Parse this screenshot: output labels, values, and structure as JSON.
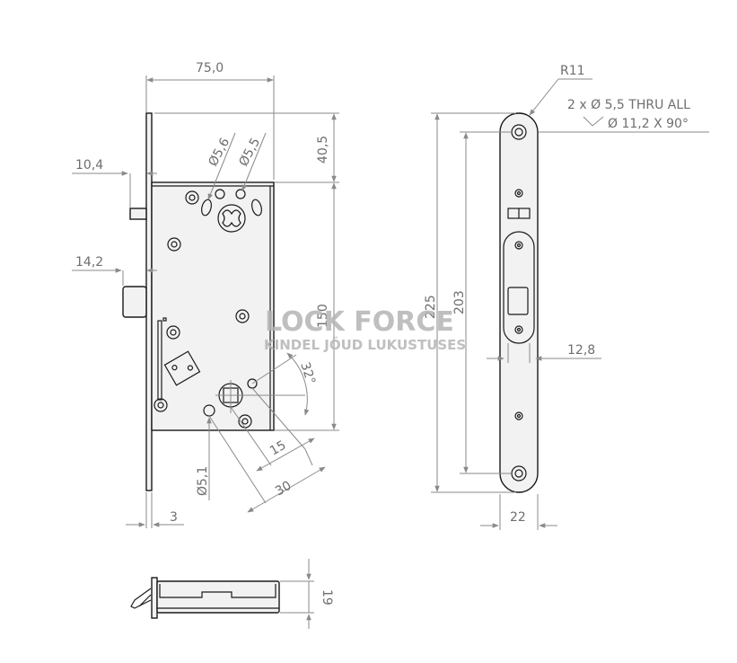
{
  "drawing": {
    "front_view": {
      "width_label": "75,0",
      "backset_top_label": "40,5",
      "body_height_label": "150",
      "latch_projection_label": "10,4",
      "bolt_projection_label": "14,2",
      "hole_a_label": "Ø5,6",
      "hole_b_label": "Ø5,5",
      "hole_c_label": "Ø5,1",
      "angle_label": "32°",
      "dist_15_label": "15",
      "dist_30_label": "30",
      "faceplate_thickness_label": "3"
    },
    "side_view": {
      "radius_label": "R11",
      "hole_note_line1": "2 x Ø 5,5 THRU ALL",
      "hole_note_line2": "Ø 11,2 X 90°",
      "total_height_label": "225",
      "hole_spacing_label": "203",
      "inner_width_label": "12,8",
      "faceplate_width_label": "22"
    },
    "top_view": {
      "depth_label": "19"
    },
    "watermark": {
      "brand": "LOCK FORCE",
      "tagline": "KINDEL JÕUD LUKUSTUSES"
    }
  }
}
